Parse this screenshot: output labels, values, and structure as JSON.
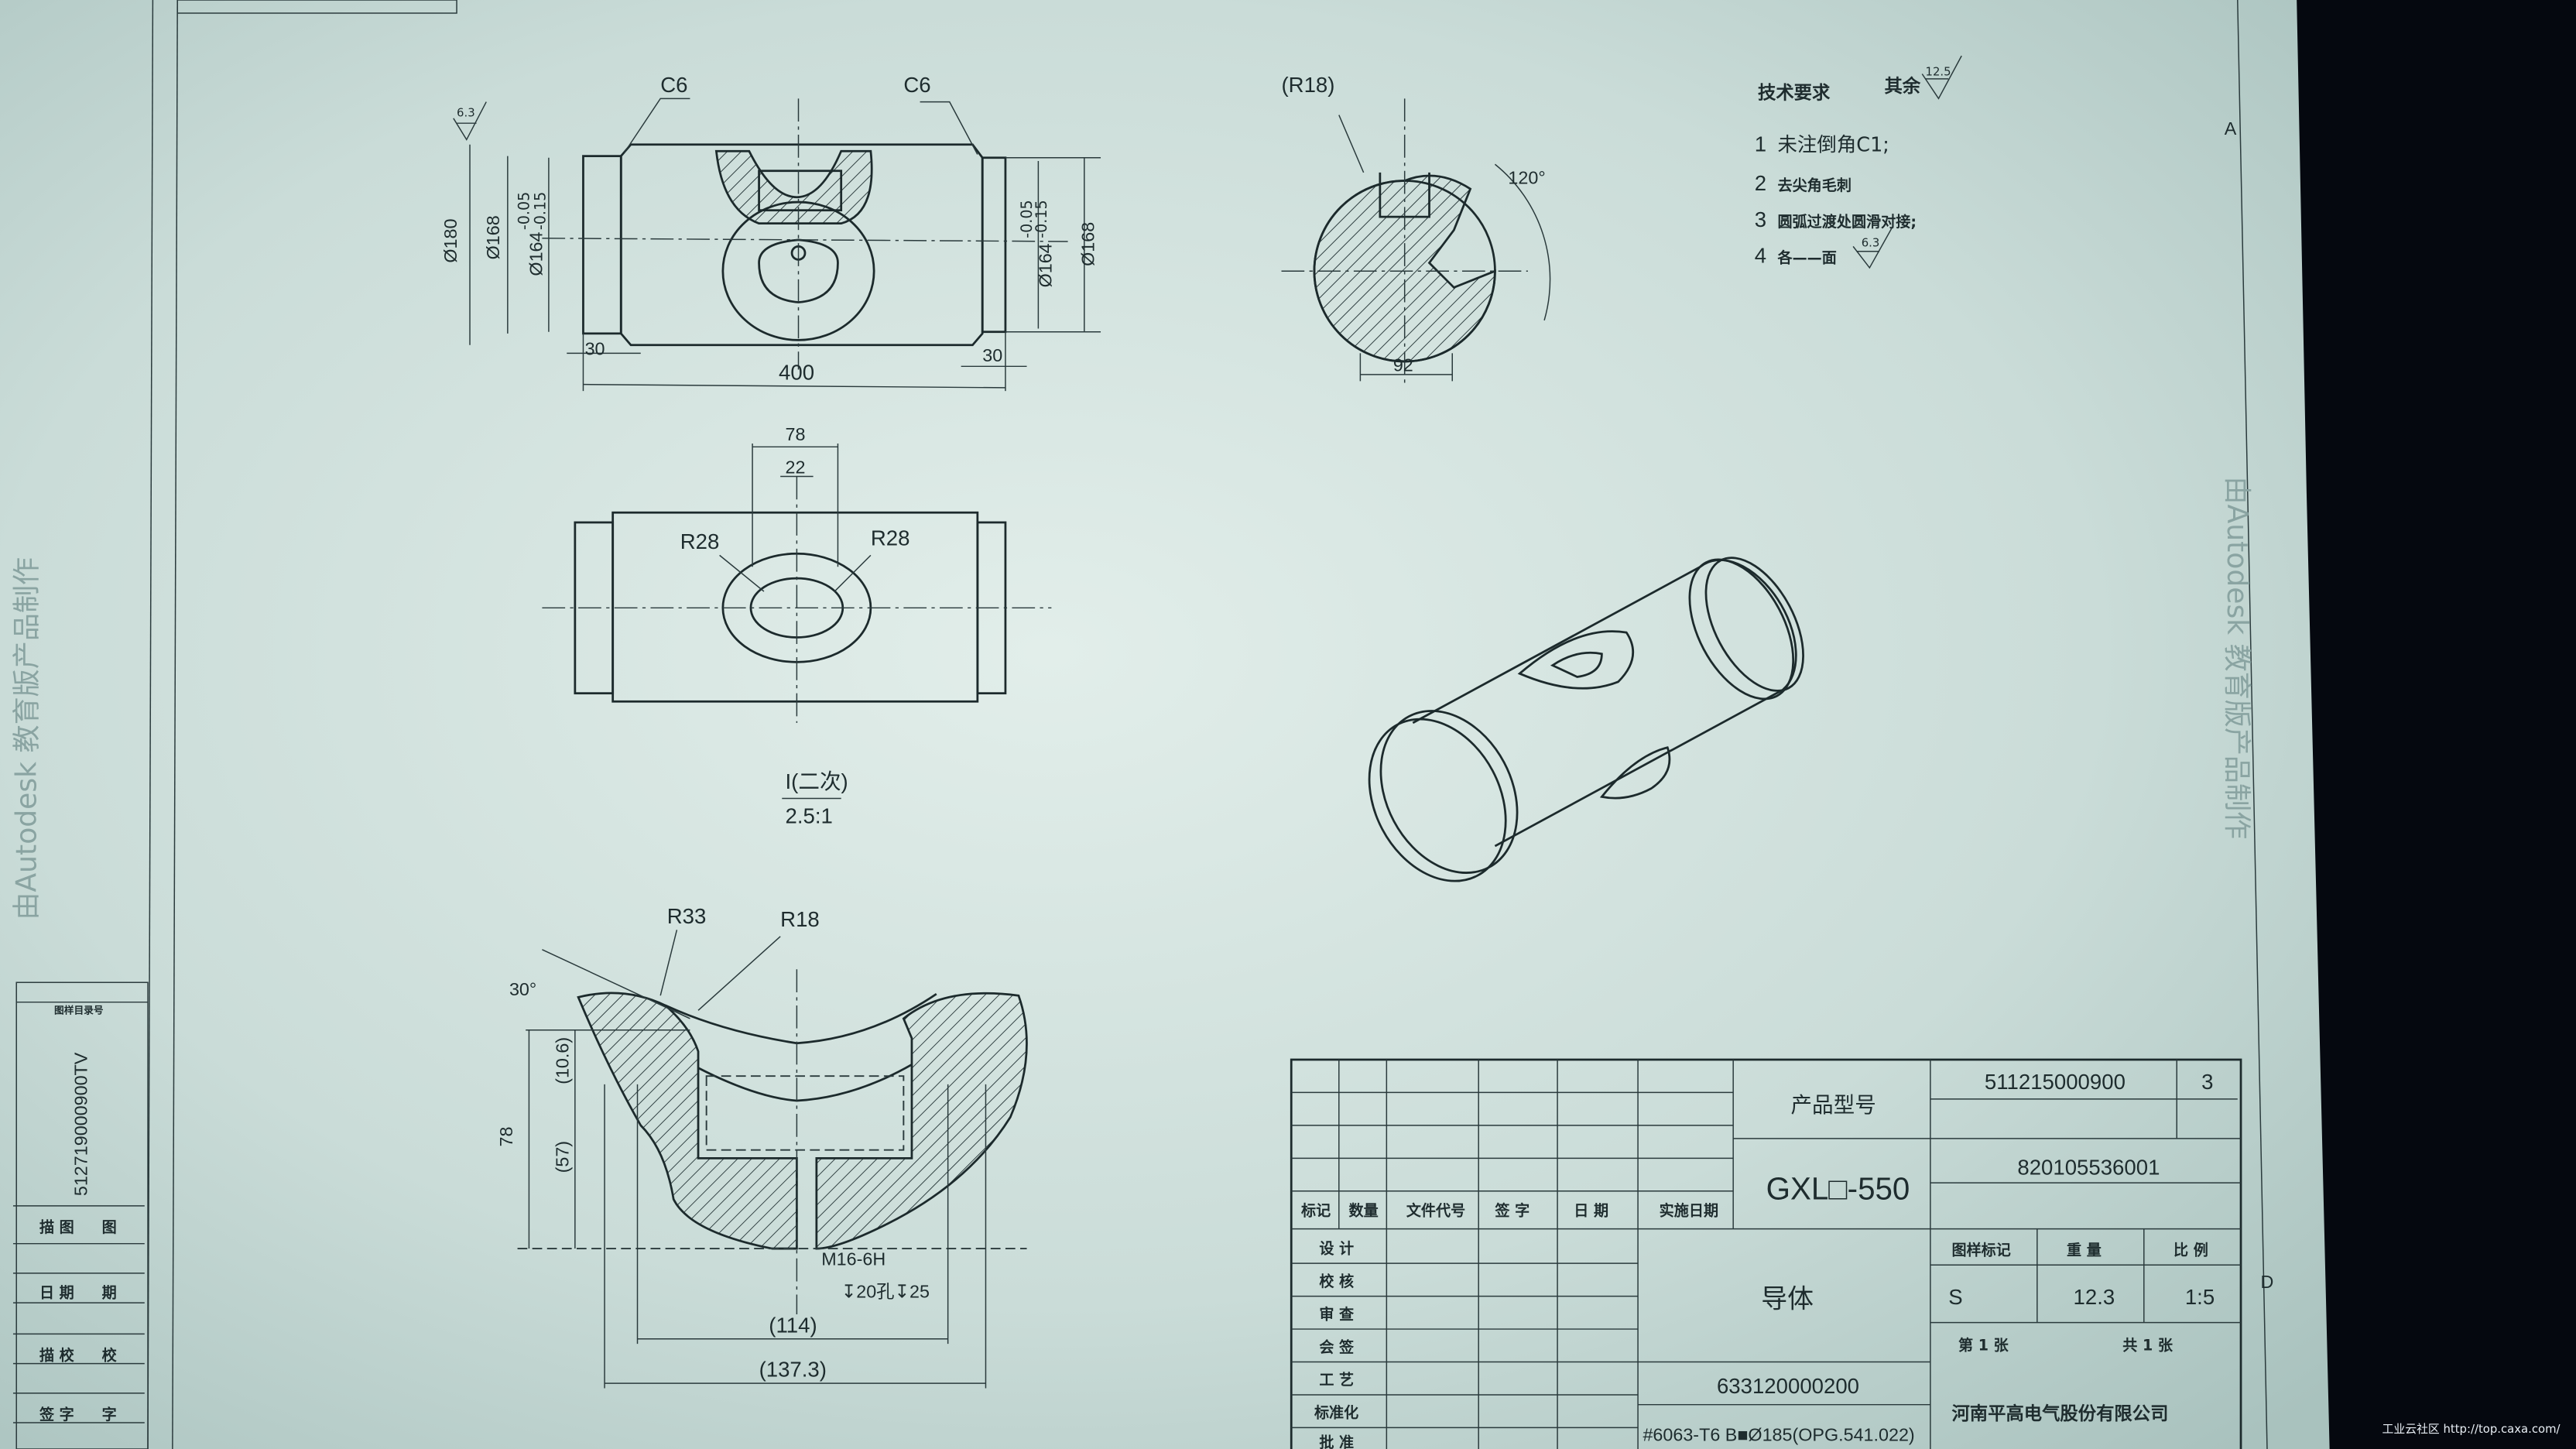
{
  "colors": {
    "paper": "#c9dcd8",
    "paper_light": "#dfece8",
    "ink": "#1e2c2e",
    "background": "#05080f"
  },
  "front_view": {
    "chamfer_left": "C6",
    "chamfer_right": "C6",
    "roughness": "6.3",
    "dia_180": "Ø180",
    "dia_168_left": "Ø168",
    "dia_164_left": "Ø164",
    "tol_upper": "-0.05",
    "tol_lower": "-0.15",
    "dia_164_right": "Ø164",
    "dia_168_right": "Ø168",
    "len_30_left": "30",
    "len_30_right": "30",
    "len_400": "400"
  },
  "section_view": {
    "radius": "(R18)",
    "angle": "120°",
    "width": "92"
  },
  "top_view": {
    "width_78": "78",
    "width_22": "22",
    "radius_left": "R28",
    "radius_right": "R28"
  },
  "detail_label": {
    "name": "I(二次)",
    "scale": "2.5:1"
  },
  "detail_view": {
    "radius_33": "R33",
    "radius_18": "R18",
    "angle": "30°",
    "height_78": "78",
    "height_10_6": "(10.6)",
    "height_57": "(57)",
    "thread": "M16-6H",
    "depth": "↧20孔↧25",
    "width_114": "(114)",
    "width_137_3": "(137.3)"
  },
  "notes": {
    "title": "技术要求",
    "rest_label": "其余",
    "rest_roughness": "12.5",
    "items": [
      {
        "num": "1",
        "text": "未注倒角C1;"
      },
      {
        "num": "2",
        "text": "去尖角毛刺"
      },
      {
        "num": "3",
        "text": "圆弧过渡处圆滑对接;"
      },
      {
        "num": "4",
        "text": "各——面"
      }
    ],
    "item4_roughness": "6.3"
  },
  "title_block": {
    "headers": [
      "标记",
      "数量",
      "文件代号",
      "签 字",
      "日 期",
      "实施日期"
    ],
    "roles": [
      "设 计",
      "校 核",
      "审 查",
      "会 签",
      "工 艺",
      "标准化",
      "批 准"
    ],
    "product_label": "产品型号",
    "product_model": "GXL□-550",
    "code_1": "511215000900",
    "sheet_code": "3",
    "code_2": "820105536001",
    "part_name": "导体",
    "drawing_no": "633120000200",
    "material": "#6063-T6 B■Ø185(OPG.541.022)",
    "col_mark": "图样标记",
    "col_weight": "重 量",
    "col_scale": "比 例",
    "mark": "S",
    "weight": "12.3",
    "scale": "1:5",
    "sheet": "第 1 张",
    "total": "共 1 张",
    "company": "河南平高电气股份有限公司"
  },
  "left_strip": {
    "label": "图样目录号",
    "number": "512719000900TV",
    "rows": [
      "描 图",
      "日 期",
      "描 校",
      "签 字"
    ],
    "row_right": [
      "图",
      "期",
      "校",
      "字"
    ]
  },
  "border_marks": {
    "top": "A",
    "right": "D"
  },
  "watermark": "由Autodesk 教育版产品制作",
  "footer": "工业云社区 http://top.caxa.com/"
}
